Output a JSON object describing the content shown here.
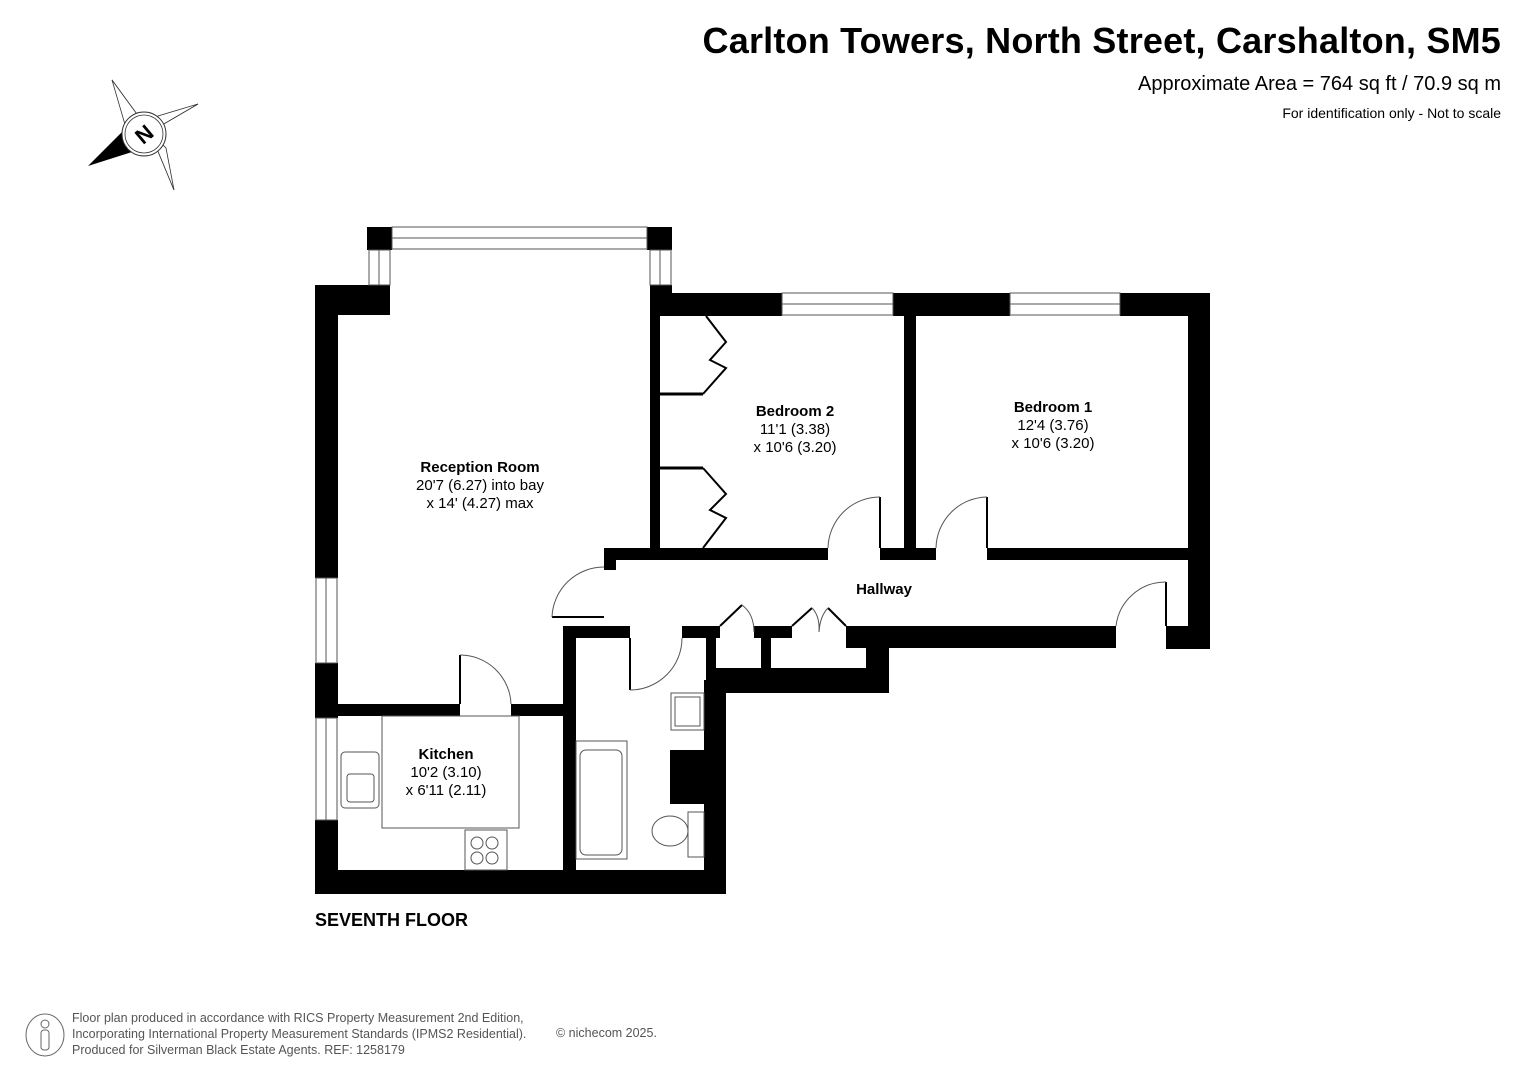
{
  "header": {
    "title": "Carlton Towers, North Street, Carshalton, SM5",
    "area": "Approximate Area = 764 sq ft / 70.9 sq m",
    "disclaimer": "For identification only - Not to scale"
  },
  "compass": {
    "icon": "compass-north-icon",
    "letter": "N"
  },
  "floor": {
    "label": "SEVENTH FLOOR"
  },
  "rooms": [
    {
      "name": "Reception Room",
      "dim1": "20'7 (6.27) into bay",
      "dim2": "x 14' (4.27) max"
    },
    {
      "name": "Bedroom 2",
      "dim1": "11'1 (3.38)",
      "dim2": "x 10'6 (3.20)"
    },
    {
      "name": "Bedroom 1",
      "dim1": "12'4 (3.76)",
      "dim2": "x 10'6 (3.20)"
    },
    {
      "name": "Hallway"
    },
    {
      "name": "Kitchen",
      "dim1": "10'2 (3.10)",
      "dim2": "x 6'11 (2.11)"
    }
  ],
  "footer": {
    "line1": "Floor plan produced in accordance with RICS Property Measurement 2nd Edition,",
    "line2": "Incorporating International Property Measurement Standards (IPMS2 Residential).",
    "line3": "Produced for Silverman Black Estate Agents.   REF: 1258179",
    "copyright": "© nichecom 2025."
  },
  "colors": {
    "wall": "#000000",
    "background": "#ffffff",
    "fixture_line": "#555555",
    "footer_text": "#555555"
  }
}
